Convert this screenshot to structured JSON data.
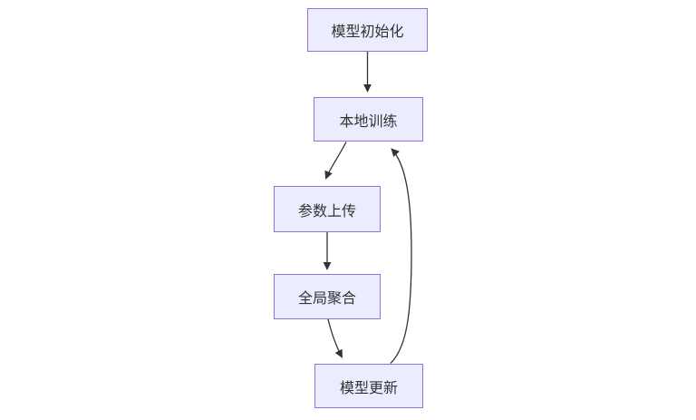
{
  "diagram": {
    "type": "flowchart",
    "direction": "top-down",
    "colors": {
      "canvas_bg": "#ffffff",
      "node_fill": "#ECECFF",
      "node_border": "#9370DB",
      "text_color": "#333333",
      "edge_color": "#333333"
    },
    "nodes": [
      {
        "id": "model-init",
        "label": "模型初始化"
      },
      {
        "id": "local-train",
        "label": "本地训练"
      },
      {
        "id": "param-upload",
        "label": "参数上传"
      },
      {
        "id": "global-aggregate",
        "label": "全局聚合"
      },
      {
        "id": "model-update",
        "label": "模型更新"
      }
    ],
    "edges": [
      {
        "from": "模型初始化",
        "to": "本地训练",
        "style": "straight"
      },
      {
        "from": "本地训练",
        "to": "参数上传",
        "style": "curved"
      },
      {
        "from": "参数上传",
        "to": "全局聚合",
        "style": "straight"
      },
      {
        "from": "全局聚合",
        "to": "模型更新",
        "style": "curved"
      },
      {
        "from": "模型更新",
        "to": "本地训练",
        "style": "feedback-loop-right"
      }
    ]
  }
}
